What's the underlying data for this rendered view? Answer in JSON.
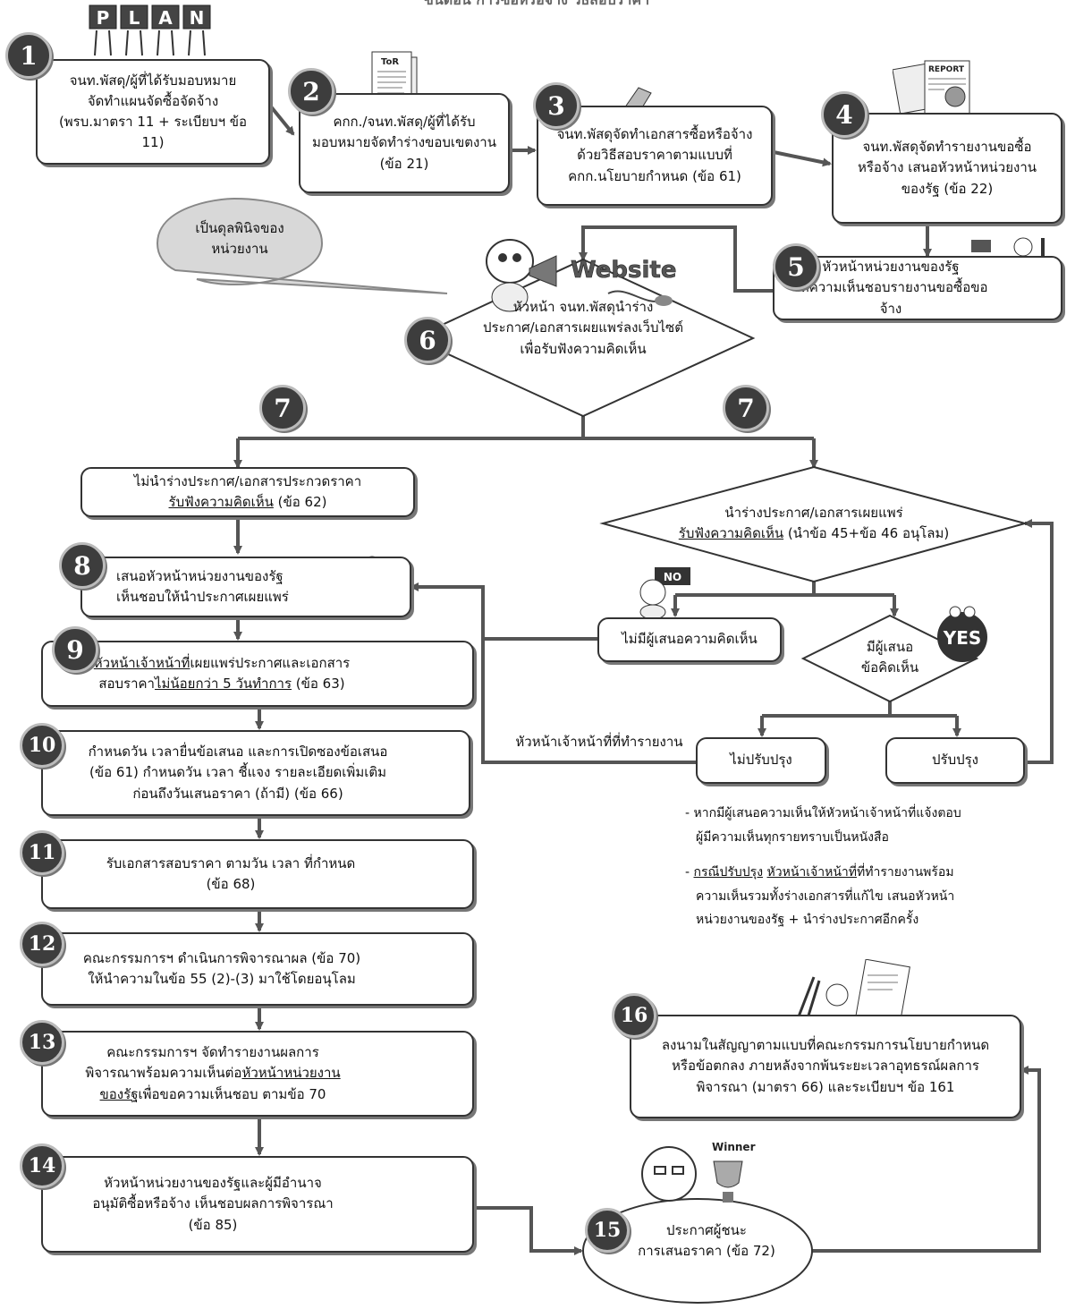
{
  "header_partial": "ขั้นตอน  การซื้อหรือจ้าง  วิธีสอบราคา",
  "steps": {
    "s1": {
      "num": "1",
      "lines": [
        "จนท.พัสดุ/ผู้ที่ได้รับมอบหมาย",
        "จัดทำแผนจัดซื้อจัดจ้าง",
        "(พรบ.มาตรา 11 + ระเบียบฯ ข้อ 11)"
      ]
    },
    "s2": {
      "num": "2",
      "lines": [
        "คกก./จนท.พัสดุ/ผู้ที่ได้รับ",
        "มอบหมายจัดทำร่างขอบเขตงาน",
        "(ข้อ 21)"
      ]
    },
    "s3": {
      "num": "3",
      "lines": [
        "จนท.พัสดุจัดทำเอกสารซื้อหรือจ้าง",
        "ด้วยวิธีสอบราคาตามแบบที่",
        "คกก.นโยบายกำหนด (ข้อ 61)"
      ]
    },
    "s4": {
      "num": "4",
      "lines": [
        "จนท.พัสดุจัดทำรายงานขอซื้อ",
        "หรือจ้าง เสนอหัวหน้าหน่วยงาน",
        "ของรัฐ (ข้อ 22)"
      ]
    },
    "s5": {
      "num": "5",
      "lines": [
        "หัวหน้าหน่วยงานของรัฐ",
        "ให้ความเห็นชอบรายงานขอซื้อขอจ้าง"
      ]
    },
    "s6": {
      "num": "6",
      "lines": [
        "หัวหน้า จนท.พัสดุนำร่าง",
        "ประกาศ/เอกสารเผยแพร่ลงเว็บไซต์",
        "เพื่อรับฟังความคิดเห็น"
      ]
    },
    "s7": {
      "num": "7"
    },
    "s7a": {
      "line1": "ไม่นำร่างประกาศ/เอกสารประกวดราคา",
      "line2_u": "รับฟังความคิดเห็น",
      "line2_rest": " (ข้อ 62)"
    },
    "s7b": {
      "line1": "นำร่างประกาศ/เอกสารเผยแพร่",
      "line2_u": "รับฟังความคิดเห็น",
      "line2_rest": " (นำข้อ 45+ข้อ 46 อนุโลม)"
    },
    "s8": {
      "num": "8",
      "lines": [
        "เสนอหัวหน้าหน่วยงานของรัฐ",
        "เห็นชอบให้นำประกาศเผยแพร่"
      ]
    },
    "s9": {
      "num": "9",
      "line1_u": "หัวหน้าเจ้าหน้าที่",
      "line1_rest": "เผยแพร่ประกาศและเอกสาร",
      "line2_pre": "สอบราคา",
      "line2_u": "ไม่น้อยกว่า 5 วันทำการ",
      "line2_rest": " (ข้อ 63)"
    },
    "s10": {
      "num": "10",
      "lines": [
        "กำหนดวัน เวลายื่นข้อเสนอ และการเปิดซองข้อเสนอ",
        "(ข้อ 61) กำหนดวัน เวลา ชี้แจง รายละเอียดเพิ่มเติม",
        "ก่อนถึงวันเสนอราคา (ถ้ามี) (ข้อ 66)"
      ]
    },
    "s11": {
      "num": "11",
      "lines": [
        "รับเอกสารสอบราคา ตามวัน เวลา ที่กำหนด",
        "(ข้อ 68)"
      ]
    },
    "s12": {
      "num": "12",
      "lines": [
        "คณะกรรมการฯ ดำเนินการพิจารณาผล (ข้อ 70)",
        "ให้นำความในข้อ 55 (2)-(3) มาใช้โดยอนุโลม"
      ]
    },
    "s13": {
      "num": "13",
      "line1": "คณะกรรมการฯ จัดทำรายงานผลการ",
      "line2_pre": "พิจารณาพร้อมความเห็นต่อ",
      "line2_u": "หัวหน้าหน่วยงาน",
      "line3_u": "ของรัฐ",
      "line3_rest": "เพื่อขอความเห็นชอบ ตามข้อ 70"
    },
    "s14": {
      "num": "14",
      "lines": [
        "หัวหน้าหน่วยงานของรัฐและผู้มีอำนาจ",
        "อนุมัติซื้อหรือจ้าง เห็นชอบผลการพิจารณา",
        "(ข้อ 85)"
      ]
    },
    "s15": {
      "num": "15",
      "lines": [
        "ประกาศผู้ชนะ",
        "การเสนอราคา (ข้อ 72)"
      ]
    },
    "s16": {
      "num": "16",
      "lines": [
        "ลงนามในสัญญาตามแบบที่คณะกรรมการนโยบายกำหนด",
        "หรือข้อตกลง ภายหลังจากพ้นระยะเวลาอุทธรณ์ผลการ",
        "พิจารณา (มาตรา 66) และระเบียบฯ ข้อ 161"
      ]
    }
  },
  "bubble_lines": [
    "เป็นดุลพินิจของ",
    "หน่วยงาน"
  ],
  "no_comment": "ไม่มีผู้เสนอความคิดเห็น",
  "has_comment_lines": [
    "มีผู้เสนอ",
    "ข้อคิดเห็น"
  ],
  "no_improve": "ไม่ปรับปรุง",
  "improve": "ปรับปรุง",
  "head_report": "หัวหน้าเจ้าหน้าที่ที่ทำรายงาน",
  "notes": {
    "n1_l1": "- หากมีผู้เสนอความเห็นให้หัวหน้าเจ้าหน้าที่แจ้งตอบ",
    "n1_l2": "ผู้มีความเห็นทุกรายทราบเป็นหนังสือ",
    "n2_pre": "- ",
    "n2_u1": "กรณีปรับปรุง",
    "n2_sp": " ",
    "n2_u2": "หัวหน้าเจ้าหน้าที่",
    "n2_rest": "ที่ทำรายงานพร้อม",
    "n2_l2": "ความเห็นรวมทั้งร่างเอกสารที่แก้ไข เสนอหัวหน้า",
    "n2_l3": "หน่วยงานของรัฐ + นำร่างประกาศอีกครั้ง"
  },
  "art": {
    "plan_letters": [
      "P",
      "L",
      "A",
      "N"
    ],
    "tor_label": "ToR",
    "report_label": "REPORT",
    "website_label": "Website",
    "no_sign": "NO",
    "yes_sign": "YES",
    "winner_label": "Winner"
  },
  "colors": {
    "badge": "#3d3d3d",
    "line": "#555555",
    "bubble": "#d8d8d8"
  }
}
